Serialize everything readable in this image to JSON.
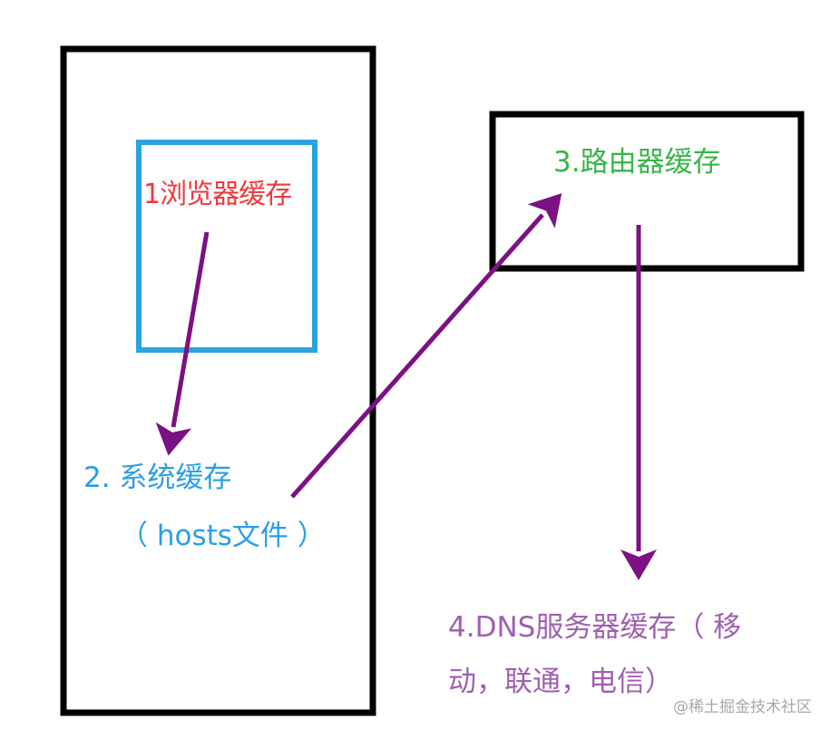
{
  "labels": {
    "browser": "1浏览器缓存",
    "system": "2. 系统缓存",
    "hosts": "（ hosts文件 ）",
    "router": "3.路由器缓存",
    "dns_line1": "4.DNS服务器缓存（ 移",
    "dns_line2": "动，联通，电信）"
  },
  "watermark": "@稀土掘金技术社区",
  "colors": {
    "browser_text": "#f0393c",
    "system_text": "#2a9fe4",
    "router_text": "#38b54a",
    "dns_text": "#a05fb0",
    "arrow": "#7b1182",
    "browser_box": "#29a3e1",
    "outer_box": "#000000"
  }
}
